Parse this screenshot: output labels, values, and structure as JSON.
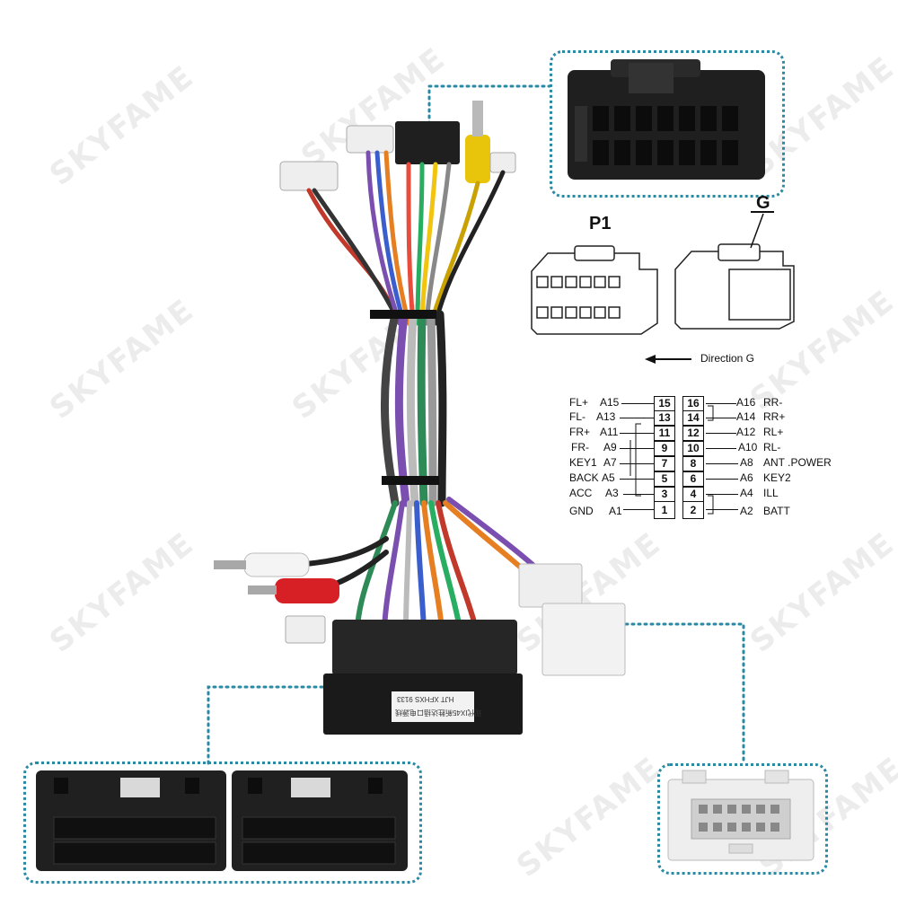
{
  "watermark": "SKYFAME",
  "connector_labels": {
    "p1": "P1",
    "g": "G"
  },
  "direction_label": "Direction G",
  "label_text": [
    "HJT  XFHXS  9133",
    "现代IX45新胜达插口电源线"
  ],
  "pinout": {
    "left": [
      {
        "name": "FL+",
        "code": "A15",
        "pin": "15"
      },
      {
        "name": "FL-",
        "code": "A13",
        "pin": "13"
      },
      {
        "name": "FR+",
        "code": "A11",
        "pin": "11"
      },
      {
        "name": "FR-",
        "code": "A9",
        "pin": "9"
      },
      {
        "name": "KEY1",
        "code": "A7",
        "pin": "7"
      },
      {
        "name": "BACK",
        "code": "A5",
        "pin": "5"
      },
      {
        "name": "ACC",
        "code": "A3",
        "pin": "3"
      },
      {
        "name": "GND",
        "code": "A1",
        "pin": "1"
      }
    ],
    "right": [
      {
        "pin": "16",
        "code": "A16",
        "name": "RR-"
      },
      {
        "pin": "14",
        "code": "A14",
        "name": "RR+"
      },
      {
        "pin": "12",
        "code": "A12",
        "name": "RL+"
      },
      {
        "pin": "10",
        "code": "A10",
        "name": "RL-"
      },
      {
        "pin": "8",
        "code": "A8",
        "name": "ANT .POWER"
      },
      {
        "pin": "6",
        "code": "A6",
        "name": "KEY2"
      },
      {
        "pin": "4",
        "code": "A4",
        "name": "ILL"
      },
      {
        "pin": "2",
        "code": "A2",
        "name": "BATT"
      }
    ]
  },
  "colors": {
    "dotted_border": "#2a8aa3",
    "connector_black": "#1f1f1f",
    "connector_white": "#eeeeee"
  }
}
